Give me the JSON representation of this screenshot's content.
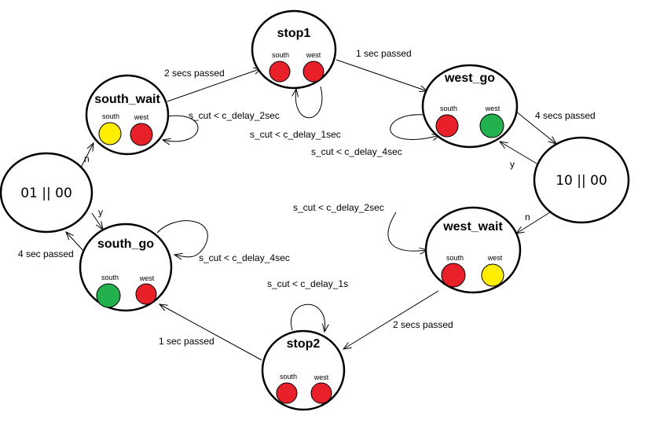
{
  "colors": {
    "red": "#e8202a",
    "yellow": "#ffee00",
    "green": "#22b14c"
  },
  "states": {
    "stop1": {
      "title": "stop1",
      "south_label": "south",
      "west_label": "west",
      "south_color": "red",
      "west_color": "red"
    },
    "west_go": {
      "title": "west_go",
      "south_label": "south",
      "west_label": "west",
      "south_color": "red",
      "west_color": "green"
    },
    "south_wait": {
      "title": "south_wait",
      "south_label": "south",
      "west_label": "west",
      "south_color": "yellow",
      "west_color": "red"
    },
    "check_01": {
      "title": "01 || 00"
    },
    "check_10": {
      "title": "10 || 00"
    },
    "south_go": {
      "title": "south_go",
      "south_label": "south",
      "west_label": "west",
      "south_color": "green",
      "west_color": "red"
    },
    "west_wait": {
      "title": "west_wait",
      "south_label": "south",
      "west_label": "west",
      "south_color": "red",
      "west_color": "yellow"
    },
    "stop2": {
      "title": "stop2",
      "south_label": "south",
      "west_label": "west",
      "south_color": "red",
      "west_color": "red"
    }
  },
  "transitions": {
    "south_wait_to_stop1": "2 secs passed",
    "south_wait_self": "s_cut < c_delay_2sec",
    "stop1_to_west_go": "1 sec passed",
    "stop1_self": "s_cut < c_delay_1sec",
    "west_go_self": "s_cut < c_delay_4sec",
    "west_go_to_10": "4 secs passed",
    "check_10_y": "y",
    "check_10_n": "n",
    "check_01_n": "n",
    "check_01_y": "y",
    "south_go_to_01": "4 sec passed",
    "south_go_self": "s_cut < c_delay_4sec",
    "west_wait_self": "s_cut < c_delay_2sec",
    "west_wait_to_stop2": "2 secs passed",
    "stop2_self": "s_cut < c_delay_1s",
    "stop2_to_south_go": "1 sec passed"
  }
}
